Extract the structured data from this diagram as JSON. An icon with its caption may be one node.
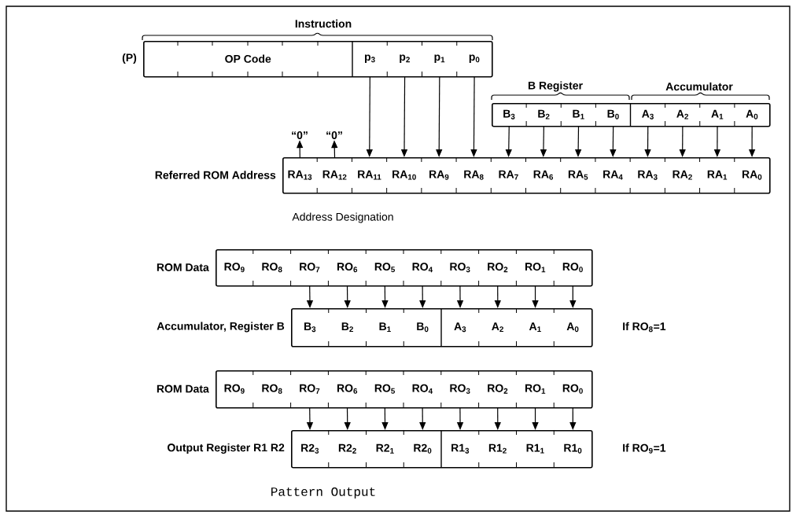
{
  "diagram": {
    "caption": "Pattern Output",
    "nodes": [
      {
        "text": [
          "(P)"
        ]
      },
      {
        "text": [
          "OP Code"
        ],
        "in": 0
      },
      {
        "text": [
          "p$_{3}$"
        ],
        "in": 0
      },
      {
        "text": [
          "p$_{2}$"
        ],
        "in": 0
      },
      {
        "text": [
          "p$_{1}$"
        ],
        "in": 0
      },
      {
        "text": [
          "p$_{0}$"
        ],
        "in": 0
      },
      {
        "text": [],
        "shape": "box"
      },
      {
        "text": [
          "B$_{3}$"
        ],
        "in": 6
      },
      {
        "text": [
          "B$_{2}$"
        ],
        "in": 6
      },
      {
        "text": [
          "B$_{1}$"
        ],
        "in": 6
      },
      {
        "text": [
          "B$_{0}$"
        ],
        "in": 6
      },
      {
        "text": [
          "A$_{3}$"
        ],
        "in": 6
      },
      {
        "text": [
          "A$_{2}$"
        ],
        "in": 6
      },
      {
        "text": [
          "A$_{1}$"
        ],
        "in": 6
      },
      {
        "text": [
          "A$_{0}$"
        ],
        "in": 6
      },
      {
        "text": [
          "“0”"
        ]
      },
      {
        "text": [
          "“0”"
        ]
      },
      {
        "text": [
          "Referred ROM Address"
        ]
      },
      {
        "text": [
          "RA$_{13}$"
        ],
        "in": 17
      },
      {
        "text": [
          "RA$_{12}$"
        ],
        "in": 17
      },
      {
        "text": [
          "RA$_{11}$"
        ],
        "in": 17
      },
      {
        "text": [
          "RA$_{10}$"
        ],
        "in": 17
      },
      {
        "text": [
          "RA$_{9}$"
        ],
        "in": 17
      },
      {
        "text": [
          "RA$_{8}$"
        ],
        "in": 17
      },
      {
        "text": [
          "RA$_{7}$"
        ],
        "in": 17
      },
      {
        "text": [
          "RA$_{6}$"
        ],
        "in": 17
      },
      {
        "text": [
          "RA$_{5}$"
        ],
        "in": 17
      },
      {
        "text": [
          "RA$_{4}$"
        ],
        "in": 17
      },
      {
        "text": [
          "RA$_{3}$"
        ],
        "in": 17
      },
      {
        "text": [
          "RA$_{2}$"
        ],
        "in": 17
      },
      {
        "text": [
          "RA$_{1}$"
        ],
        "in": 17
      },
      {
        "text": [
          "RA$_{0}$"
        ],
        "in": 17
      },
      {
        "text": [
          "ROM Data"
        ]
      },
      {
        "text": [
          "RO$_{9}$"
        ],
        "in": 32
      },
      {
        "text": [
          "RO$_{8}$"
        ],
        "in": 32
      },
      {
        "text": [
          "RO$_{7}$"
        ],
        "in": 32
      },
      {
        "text": [
          "RO$_{6}$"
        ],
        "in": 32
      },
      {
        "text": [
          "RO$_{5}$"
        ],
        "in": 32
      },
      {
        "text": [
          "RO$_{4}$"
        ],
        "in": 32
      },
      {
        "text": [
          "RO$_{3}$"
        ],
        "in": 32
      },
      {
        "text": [
          "RO$_{2}$"
        ],
        "in": 32
      },
      {
        "text": [
          "RO$_{1}$"
        ],
        "in": 32
      },
      {
        "text": [
          "RO$_{0}$"
        ],
        "in": 32
      },
      {
        "text": [
          "Accumulator, Register B"
        ],
        "beside": [
          "If RO$_{8}$=1"
        ]
      },
      {
        "text": [
          "B$_{3}$"
        ],
        "in": 43
      },
      {
        "text": [
          "B$_{2}$"
        ],
        "in": 43
      },
      {
        "text": [
          "B$_{1}$"
        ],
        "in": 43
      },
      {
        "text": [
          "B$_{0}$"
        ],
        "in": 43
      },
      {
        "text": [
          "A$_{3}$"
        ],
        "in": 43
      },
      {
        "text": [
          "A$_{2}$"
        ],
        "in": 43
      },
      {
        "text": [
          "A$_{1}$"
        ],
        "in": 43
      },
      {
        "text": [
          "A$_{0}$"
        ],
        "in": 43
      },
      {
        "text": [
          "ROM Data"
        ]
      },
      {
        "text": [
          "RO$_{9}$"
        ],
        "in": 52
      },
      {
        "text": [
          "RO$_{8}$"
        ],
        "in": 52
      },
      {
        "text": [
          "RO$_{7}$"
        ],
        "in": 52
      },
      {
        "text": [
          "RO$_{6}$"
        ],
        "in": 52
      },
      {
        "text": [
          "RO$_{5}$"
        ],
        "in": 52
      },
      {
        "text": [
          "RO$_{4}$"
        ],
        "in": 52
      },
      {
        "text": [
          "RO$_{3}$"
        ],
        "in": 52
      },
      {
        "text": [
          "RO$_{2}$"
        ],
        "in": 52
      },
      {
        "text": [
          "RO$_{1}$"
        ],
        "in": 52
      },
      {
        "text": [
          "RO$_{0}$"
        ],
        "in": 52
      },
      {
        "text": [
          "Output Register R1  R2"
        ],
        "beside": [
          "If RO$_{9}$=1"
        ]
      },
      {
        "text": [
          "R2$_{3}$"
        ],
        "in": 63
      },
      {
        "text": [
          "R2$_{2}$"
        ],
        "in": 63
      },
      {
        "text": [
          "R2$_{1}$"
        ],
        "in": 63
      },
      {
        "text": [
          "R2$_{0}$"
        ],
        "in": 63
      },
      {
        "text": [
          "R1$_{3}$"
        ],
        "in": 63
      },
      {
        "text": [
          "R1$_{2}$"
        ],
        "in": 63
      },
      {
        "text": [
          "R1$_{1}$"
        ],
        "in": 63
      },
      {
        "text": [
          "R1$_{0}$"
        ],
        "in": 63
      }
    ],
    "edges": [
      {
        "from": 2,
        "to": 20,
        "arrow": "to"
      },
      {
        "from": 3,
        "to": 21,
        "arrow": "to"
      },
      {
        "from": 4,
        "to": 22,
        "arrow": "to"
      },
      {
        "from": 5,
        "to": 23,
        "arrow": "to"
      },
      {
        "from": 7,
        "to": 24,
        "arrow": "to"
      },
      {
        "from": 8,
        "to": 25,
        "arrow": "to"
      },
      {
        "from": 9,
        "to": 26,
        "arrow": "to"
      },
      {
        "from": 10,
        "to": 27,
        "arrow": "to"
      },
      {
        "from": 11,
        "to": 28,
        "arrow": "to"
      },
      {
        "from": 12,
        "to": 29,
        "arrow": "to"
      },
      {
        "from": 13,
        "to": 30,
        "arrow": "to"
      },
      {
        "from": 14,
        "to": 31,
        "arrow": "to"
      },
      {
        "from": 18,
        "to": 15,
        "arrow": "to"
      },
      {
        "from": 19,
        "to": 16,
        "arrow": "to"
      },
      {
        "from": 35,
        "to": 44,
        "arrow": "to"
      },
      {
        "from": 36,
        "to": 45,
        "arrow": "to"
      },
      {
        "from": 37,
        "to": 46,
        "arrow": "to"
      },
      {
        "from": 38,
        "to": 47,
        "arrow": "to"
      },
      {
        "from": 39,
        "to": 48,
        "arrow": "to"
      },
      {
        "from": 40,
        "to": 49,
        "arrow": "to"
      },
      {
        "from": 41,
        "to": 50,
        "arrow": "to"
      },
      {
        "from": 42,
        "to": 51,
        "arrow": "to"
      },
      {
        "from": 55,
        "to": 64,
        "arrow": "to"
      },
      {
        "from": 56,
        "to": 65,
        "arrow": "to"
      },
      {
        "from": 57,
        "to": 66,
        "arrow": "to"
      },
      {
        "from": 58,
        "to": 67,
        "arrow": "to"
      },
      {
        "from": 59,
        "to": 68,
        "arrow": "to"
      },
      {
        "from": 60,
        "to": 69,
        "arrow": "to"
      },
      {
        "from": 61,
        "to": 70,
        "arrow": "to"
      },
      {
        "from": 62,
        "to": 71,
        "arrow": "to"
      }
    ],
    "labels": [
      "Instruction",
      "B Register",
      "Accumulator",
      "Address Designation"
    ]
  }
}
